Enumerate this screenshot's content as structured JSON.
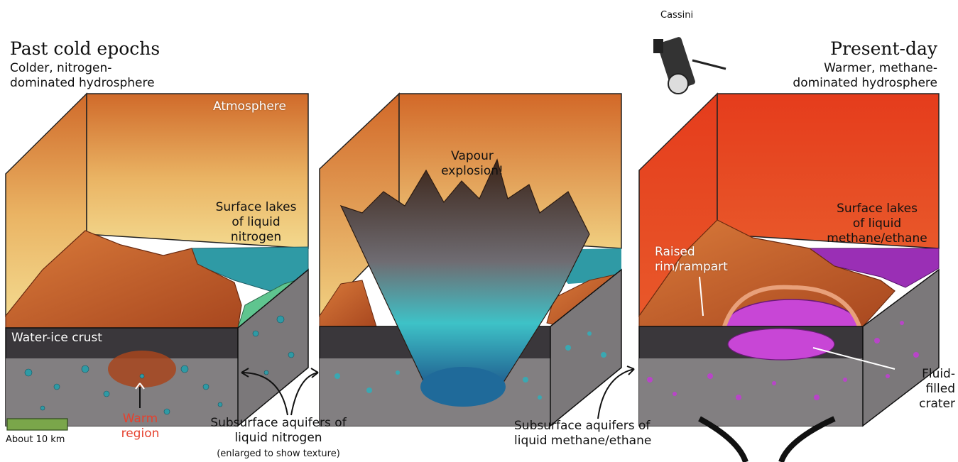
{
  "panels": {
    "past": {
      "title": "Past cold epochs",
      "subtitle_line1": "Colder, nitrogen-",
      "subtitle_line2": "dominated hydrosphere",
      "atmosphere": "Atmosphere",
      "lakes_line1": "Surface lakes",
      "lakes_line2": "of liquid",
      "lakes_line3": "nitrogen",
      "crust": "Water-ice crust"
    },
    "middle": {
      "explosion_line1": "Vapour",
      "explosion_line2": "explosion!"
    },
    "present": {
      "spacecraft": "Cassini",
      "title": "Present-day",
      "subtitle_line1": "Warmer, methane-",
      "subtitle_line2": "dominated hydrosphere",
      "lakes_line1": "Surface lakes",
      "lakes_line2": "of liquid",
      "lakes_line3": "methane/ethane",
      "rim_line1": "Raised",
      "rim_line2": "rim/rampart",
      "crater_line1": "Fluid-",
      "crater_line2": "filled",
      "crater_line3": "crater"
    }
  },
  "bottom": {
    "scale": "About 10 km",
    "warm_line1": "Warm",
    "warm_line2": "region",
    "aq_n_line1": "Subsurface aquifers of",
    "aq_n_line2": "liquid nitrogen",
    "aq_n_note": "(enlarged to show texture)",
    "aq_m_line1": "Subsurface aquifers of",
    "aq_m_line2": "liquid methane/ethane"
  },
  "colors": {
    "sky_top_past": "#d9782e",
    "sky_bottom_past": "#f1d486",
    "sky_present": "#e3421f",
    "terrain": "#c9602b",
    "crust": "#3a373b",
    "ice": "#8f8c8e",
    "nitrogen": "#2f9aa5",
    "methane": "#9a2fb5",
    "warm_text": "#e5412e"
  }
}
